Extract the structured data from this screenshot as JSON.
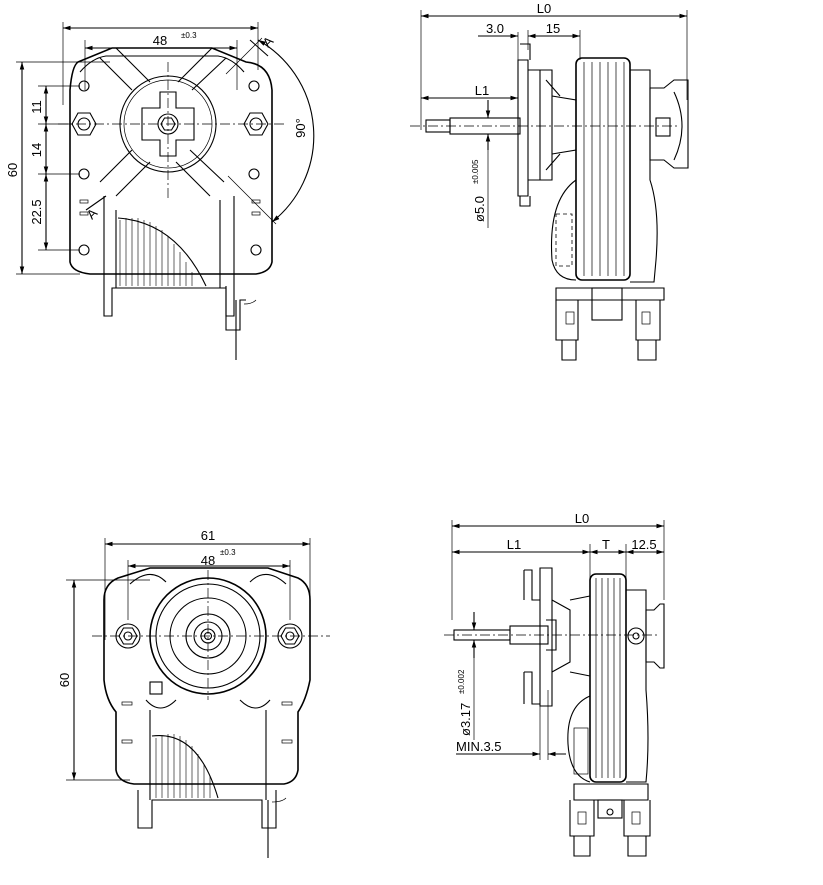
{
  "view_top_left": {
    "dim_width": "48",
    "dim_width_tol": "±0.3",
    "dim_height": "60",
    "dim_a": "11",
    "dim_b": "14",
    "dim_c": "22.5",
    "dim_angle": "90°",
    "section_mark": "A"
  },
  "view_top_right": {
    "dim_total": "L0",
    "dim_a": "3.0",
    "dim_b": "15",
    "dim_shaft": "L1",
    "dim_diameter": "ø5.0",
    "dim_diameter_tol": "±0.005"
  },
  "view_bottom_left": {
    "dim_outer": "61",
    "dim_width": "48",
    "dim_width_tol": "±0.3",
    "dim_height": "60"
  },
  "view_bottom_right": {
    "dim_total": "L0",
    "dim_shaft": "L1",
    "dim_t": "T",
    "dim_end": "12.5",
    "dim_diameter": "ø3.17",
    "dim_diameter_tol": "±0.002",
    "dim_min": "MIN.3.5"
  }
}
